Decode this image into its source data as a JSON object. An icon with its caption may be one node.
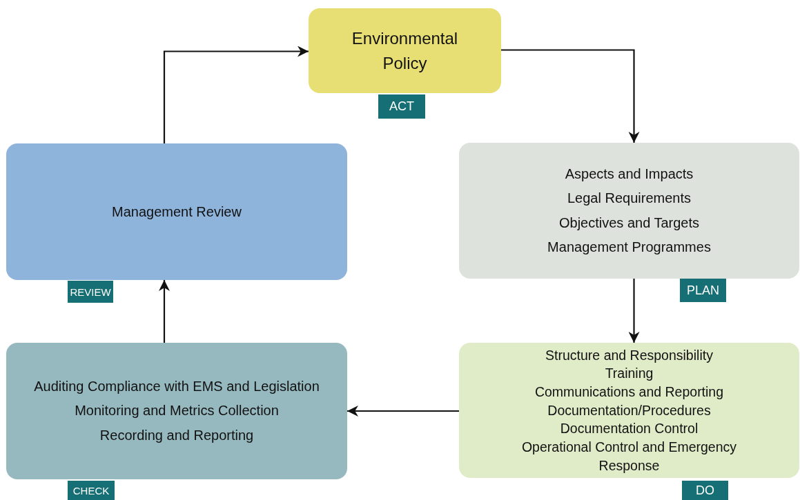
{
  "diagram": {
    "nodes": [
      {
        "text": [
          "Environmental Policy"
        ],
        "beside": [
          "ACT"
        ]
      },
      {
        "text": [
          "Aspects and Impacts",
          "Legal Requirements",
          "Objectives and Targets",
          "Management Programmes"
        ],
        "beside": [
          "PLAN"
        ]
      },
      {
        "text": [
          "Structure and Responsibility",
          "Training",
          "Communications and Reporting",
          "Documentation/Procedures",
          "Documentation Control",
          "Operational Control and Emergency Response"
        ],
        "beside": [
          "DO"
        ]
      },
      {
        "text": [
          "Auditing Compliance with EMS and Legislation",
          "Monitoring and Metrics Collection",
          "Recording and Reporting"
        ],
        "beside": [
          "CHECK"
        ]
      },
      {
        "text": [
          "Management Review"
        ],
        "beside": [
          "REVIEW"
        ]
      }
    ],
    "edges": [
      {
        "from": 0,
        "to": 1,
        "arrow": "to"
      },
      {
        "from": 1,
        "to": 2,
        "arrow": "to"
      },
      {
        "from": 2,
        "to": 3,
        "arrow": "to"
      },
      {
        "from": 3,
        "to": 4,
        "arrow": "to"
      },
      {
        "from": 4,
        "to": 0,
        "arrow": "to"
      }
    ]
  }
}
